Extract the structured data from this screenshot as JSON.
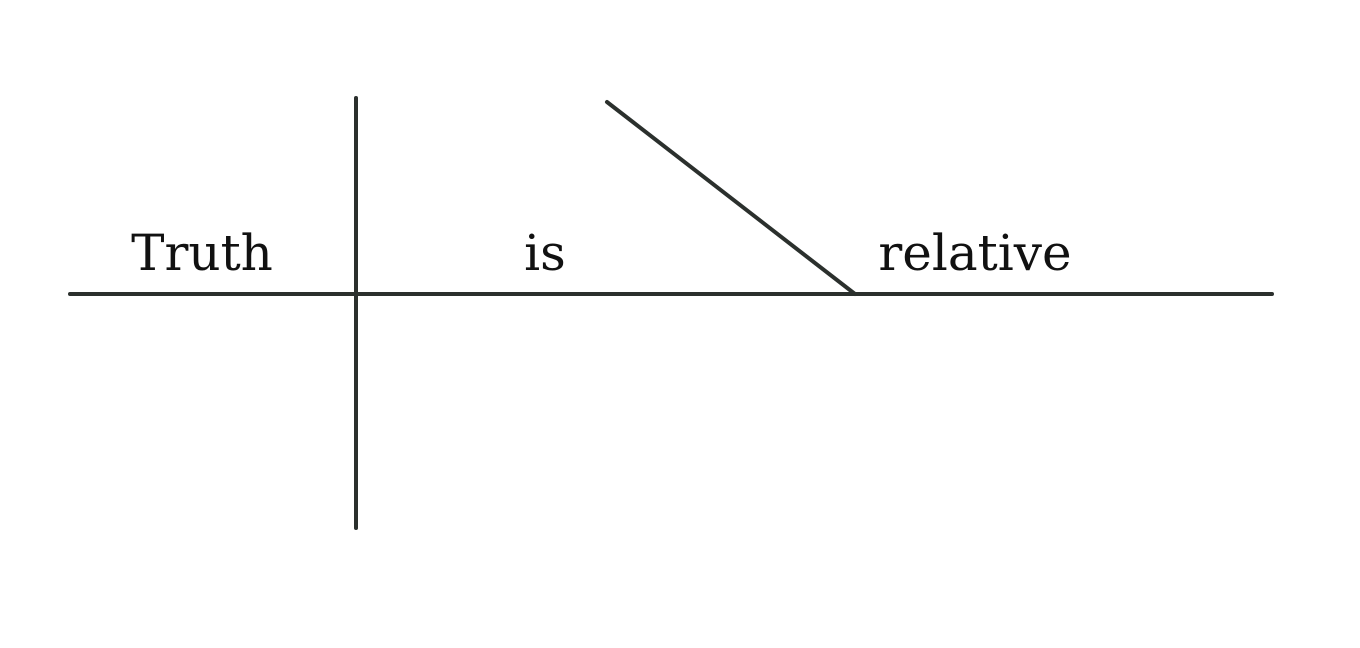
{
  "diagram": {
    "type": "sentence-diagram",
    "subject": "Truth",
    "verb": "is",
    "complement": "relative",
    "ink_color": "#2b302d",
    "text_color": "#111111",
    "background": "#ffffff"
  }
}
